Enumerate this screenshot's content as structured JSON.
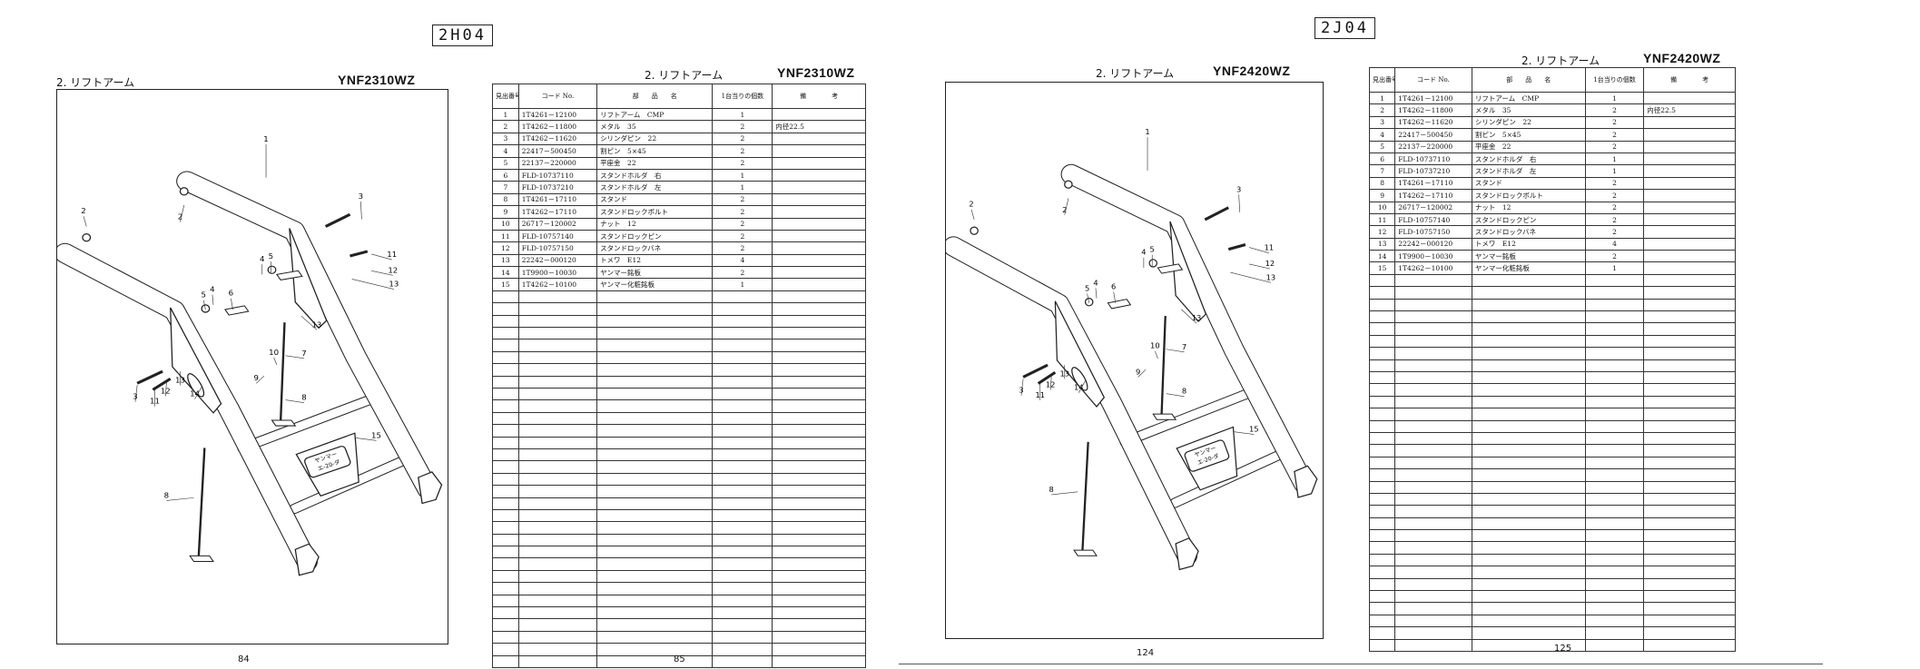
{
  "left_page": {
    "code": "2H04",
    "section_title": "2. リフトアーム",
    "model": "YNF2310WZ",
    "page_number": "84",
    "callouts": [
      "1",
      "2",
      "2",
      "3",
      "11",
      "12",
      "13",
      "4",
      "5",
      "13",
      "5",
      "4",
      "6",
      "10",
      "7",
      "9",
      "8",
      "3",
      "11",
      "12",
      "13",
      "14",
      "15",
      "8"
    ],
    "plate_text": [
      "ヤンマー",
      "エ-20-ダ"
    ]
  },
  "left_table_page": {
    "section_title": "2. リフトアーム",
    "model": "YNF2310WZ",
    "page_number": "85"
  },
  "right_page": {
    "code": "2J04",
    "section_title": "2. リフトアーム",
    "model": "YNF2420WZ",
    "page_number": "124",
    "callouts": [
      "1",
      "2",
      "2",
      "3",
      "11",
      "12",
      "13",
      "4",
      "5",
      "13",
      "5",
      "4",
      "6",
      "10",
      "7",
      "9",
      "8",
      "3",
      "11",
      "12",
      "13",
      "14",
      "15",
      "8"
    ],
    "plate_text": [
      "ヤンマー",
      "エ-20-ダ"
    ]
  },
  "right_table_page": {
    "section_title": "2. リフトアーム",
    "model": "YNF2420WZ",
    "page_number": "125"
  },
  "table": {
    "headers": [
      "見出番号",
      "コード No.",
      "部　　品　　名",
      "1台当りの個数",
      "備　　　　考"
    ],
    "rows": [
      [
        "1",
        "1T4261－12100",
        "リフトアーム　CMP",
        "1",
        ""
      ],
      [
        "2",
        "1T4262－11800",
        "メタル　35",
        "2",
        "内径22.5"
      ],
      [
        "3",
        "1T4262－11620",
        "シリンダピン　22",
        "2",
        ""
      ],
      [
        "4",
        "22417－500450",
        "割ピン　5×45",
        "2",
        ""
      ],
      [
        "5",
        "22137－220000",
        "平座金　22",
        "2",
        ""
      ],
      [
        "6",
        "FLD-10737110",
        "スタンドホルダ　右",
        "1",
        ""
      ],
      [
        "7",
        "FLD-10737210",
        "スタンドホルダ　左",
        "1",
        ""
      ],
      [
        "8",
        "1T4261－17110",
        "スタンド",
        "2",
        ""
      ],
      [
        "9",
        "1T4262－17110",
        "スタンドロックボルト",
        "2",
        ""
      ],
      [
        "10",
        "26717－120002",
        "ナット　12",
        "2",
        ""
      ],
      [
        "11",
        "FLD-10757140",
        "スタンドロックピン",
        "2",
        ""
      ],
      [
        "12",
        "FLD-10757150",
        "スタンドロックバネ",
        "2",
        ""
      ],
      [
        "13",
        "22242－000120",
        "トメワ　E12",
        "4",
        ""
      ],
      [
        "14",
        "1T9900－10030",
        "ヤンマー銘板",
        "2",
        ""
      ],
      [
        "15",
        "1T4262－10100",
        "ヤンマー化粧銘板",
        "1",
        ""
      ]
    ]
  }
}
